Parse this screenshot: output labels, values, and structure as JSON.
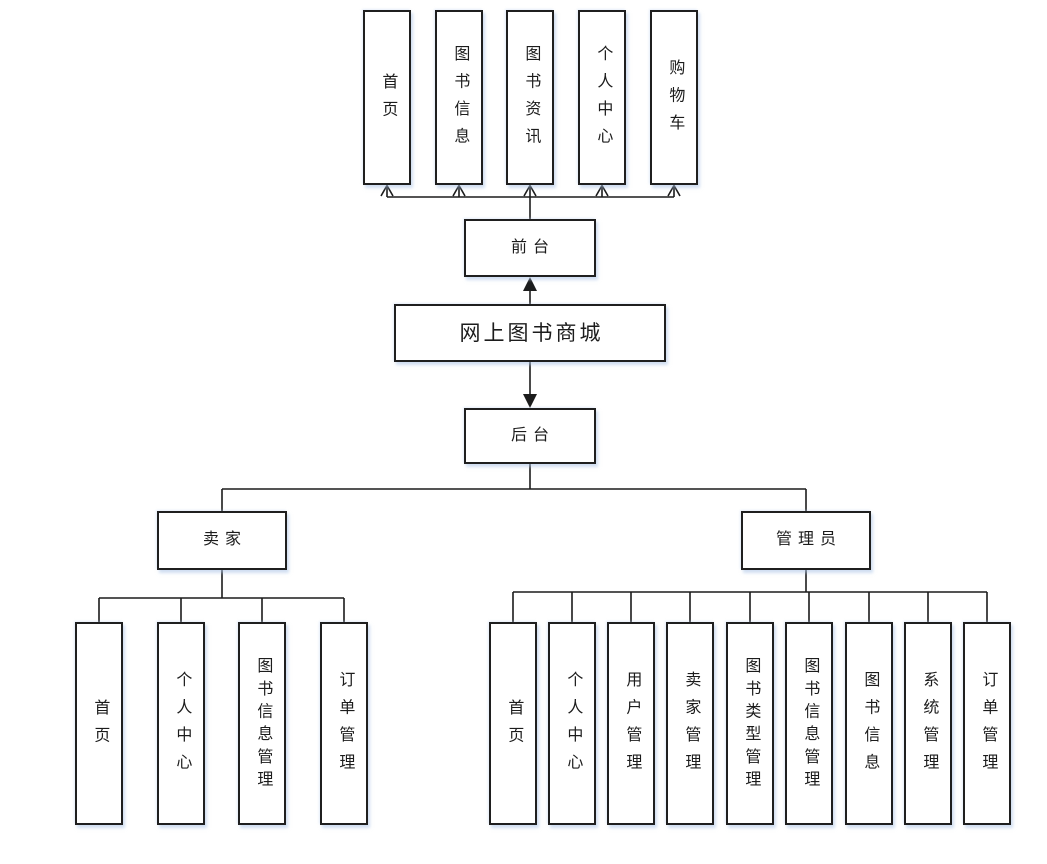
{
  "diagram": {
    "root": {
      "label": "网上图书商城"
    },
    "front": {
      "label": "前台",
      "children": [
        {
          "label": "首页"
        },
        {
          "label": "图书信息"
        },
        {
          "label": "图书资讯"
        },
        {
          "label": "个人中心"
        },
        {
          "label": "购物车"
        }
      ]
    },
    "back": {
      "label": "后台",
      "branches": [
        {
          "label": "卖家",
          "children": [
            {
              "label": "首页"
            },
            {
              "label": "个人中心"
            },
            {
              "label": "图书信息管理"
            },
            {
              "label": "订单管理"
            }
          ]
        },
        {
          "label": "管理员",
          "children": [
            {
              "label": "首页"
            },
            {
              "label": "个人中心"
            },
            {
              "label": "用户管理"
            },
            {
              "label": "卖家管理"
            },
            {
              "label": "图书类型管理"
            },
            {
              "label": "图书信息管理"
            },
            {
              "label": "图书信息"
            },
            {
              "label": "系统管理"
            },
            {
              "label": "订单管理"
            }
          ]
        }
      ]
    },
    "colors": {
      "background": "#ffffff",
      "line": "#1c1c1c",
      "box_border": "#1f1f1f",
      "box_fill": "#ffffff",
      "box_shadow": "#cddcf0",
      "text": "#1c1c1c"
    }
  }
}
